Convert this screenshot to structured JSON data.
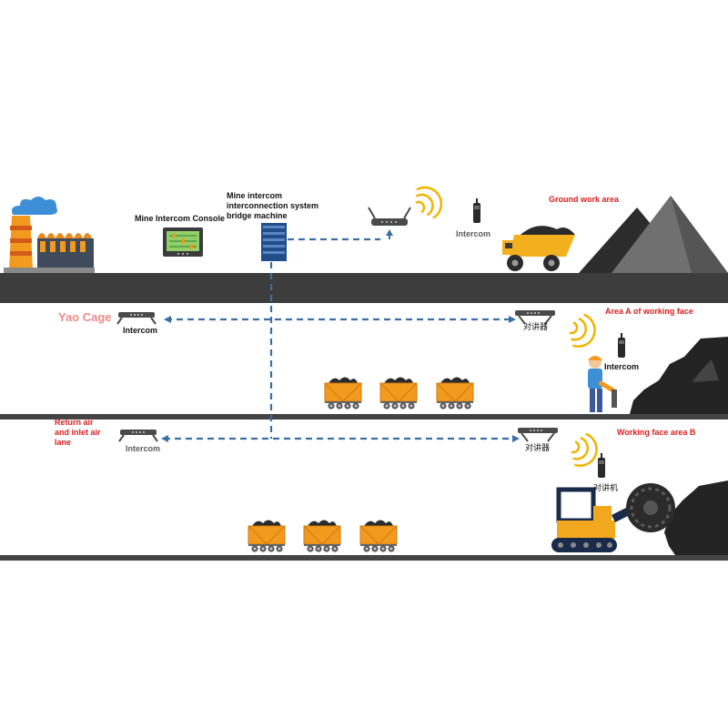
{
  "colors": {
    "ground_band": "#3d3d3d",
    "level_line": "#444444",
    "link_dashed": "#3a6ea5",
    "wifi_waves": "#f0b400",
    "equipment_orange": "#f29a1e",
    "label_red": "#d81e1e",
    "yao_cage_pink": "#f08a8a",
    "coal": "#2b2b2b",
    "mountain_gray": "#707070"
  },
  "icons": [
    "factory-icon",
    "console-monitor-icon",
    "bridge-server-icon",
    "wireless-ap-icon",
    "wifi-signal-icon",
    "walkie-talkie-icon",
    "dump-truck-icon",
    "coal-mountain-icon",
    "mine-cart-icon",
    "miner-worker-icon",
    "road-header-machine-icon"
  ],
  "labels": {
    "console": "Mine Intercom Console",
    "bridge_line1": "Mine intercom",
    "bridge_line2": "interconnection system",
    "bridge_line3": "bridge machine",
    "ground_intercom": "Intercom",
    "ground_work_area": "Ground work area",
    "yao_cage": "Yao Cage",
    "intercom_a_left": "Intercom",
    "area_a": "Area A of working face",
    "area_a_ap": "对讲器",
    "intercom_a_worker": "Intercom",
    "return_line1": "Return air",
    "return_line2": "and inlet air",
    "return_line3": "lane",
    "intercom_b_left": "Intercom",
    "area_b": "Working face area B",
    "area_b_ap": "对讲器",
    "area_b_radio": "对讲机"
  }
}
